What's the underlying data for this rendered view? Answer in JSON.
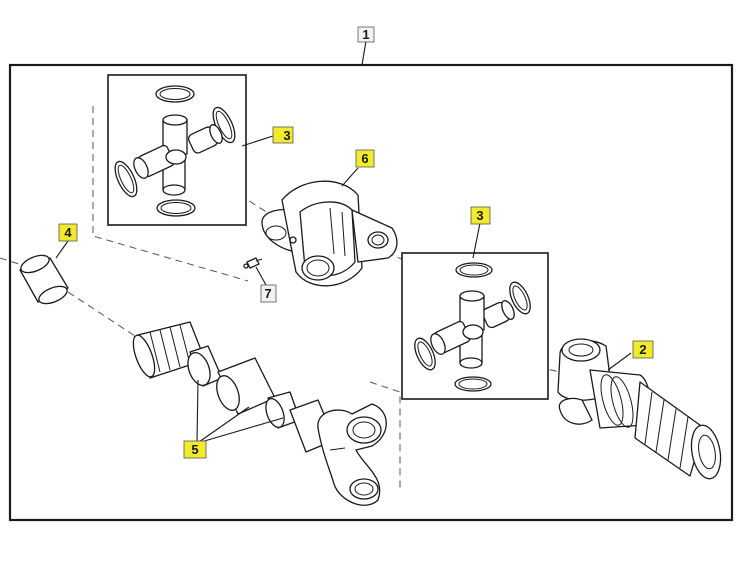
{
  "colors": {
    "highlight": "#f2ea2c",
    "line": "#1a1a1a",
    "background": "#ffffff"
  },
  "callouts": {
    "assembly": "1",
    "yoke_shaft": "2",
    "cross_kit_upper": "3",
    "cross_kit_lower": "3",
    "bushing": "4",
    "shaft_parts": "5",
    "center_yoke": "6",
    "grease_fitting": "7"
  }
}
